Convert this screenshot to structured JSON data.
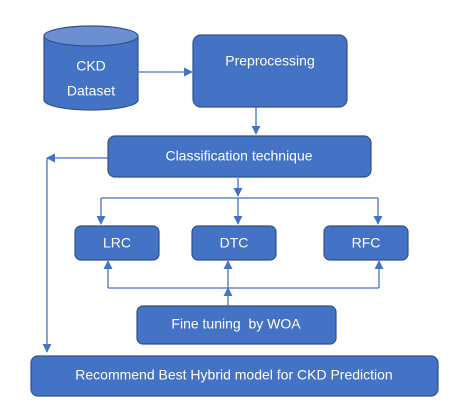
{
  "diagram": {
    "dataset": {
      "line1": "CKD",
      "line2": "Dataset"
    },
    "preprocessing": "Preprocessing",
    "classification": "Classification technique",
    "lrc": "LRC",
    "dtc": "DTC",
    "rfc": "RFC",
    "fine_tuning": "Fine tuning  by WOA",
    "recommend": "Recommend Best Hybrid model for CKD Prediction"
  },
  "colors": {
    "fill": "#4472c4",
    "border": "#2f528f",
    "line": "#4472c4",
    "text": "#ffffff"
  }
}
